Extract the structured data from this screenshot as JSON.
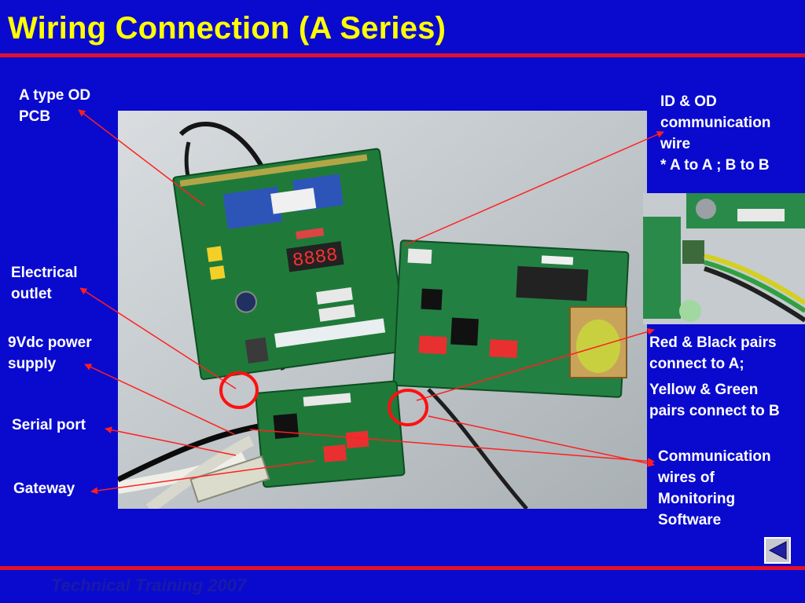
{
  "slide": {
    "title": "Wiring Connection (A Series)",
    "footer": "Technical Training 2007"
  },
  "labels": {
    "od_pcb": [
      "A type OD",
      "PCB"
    ],
    "electrical_outlet": [
      "Electrical",
      "outlet"
    ],
    "power_supply": [
      "9Vdc power",
      "supply"
    ],
    "serial_port": [
      "Serial port"
    ],
    "gateway": [
      "Gateway"
    ],
    "id_od_wire": [
      "ID & OD",
      "communication",
      "wire",
      "* A to A ; B to B"
    ],
    "red_black": [
      "Red & Black pairs",
      "connect to A;"
    ],
    "yellow_green": [
      "Yellow & Green",
      "pairs connect to B"
    ],
    "monitoring": [
      "Communication",
      "wires of",
      "Monitoring",
      "Software"
    ]
  },
  "colors": {
    "background": "#0a0acf",
    "title": "#ffff00",
    "accent_bar": "#e0102a",
    "arrow": "#ff2020"
  },
  "icons": {
    "back": "back-triangle-icon"
  }
}
